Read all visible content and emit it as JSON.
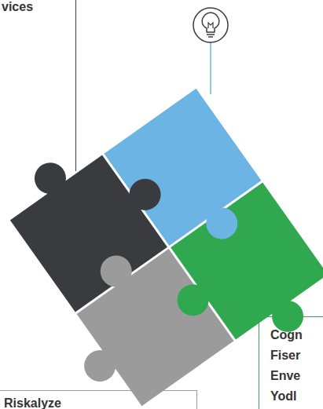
{
  "diagram": {
    "nodes": [
      {
        "text": [
          "vices"
        ]
      },
      {
        "text": [
          "Cogn",
          "Fiser",
          "Enve",
          "Yodl"
        ]
      },
      {
        "text": [
          "Riskalyze"
        ]
      }
    ]
  }
}
